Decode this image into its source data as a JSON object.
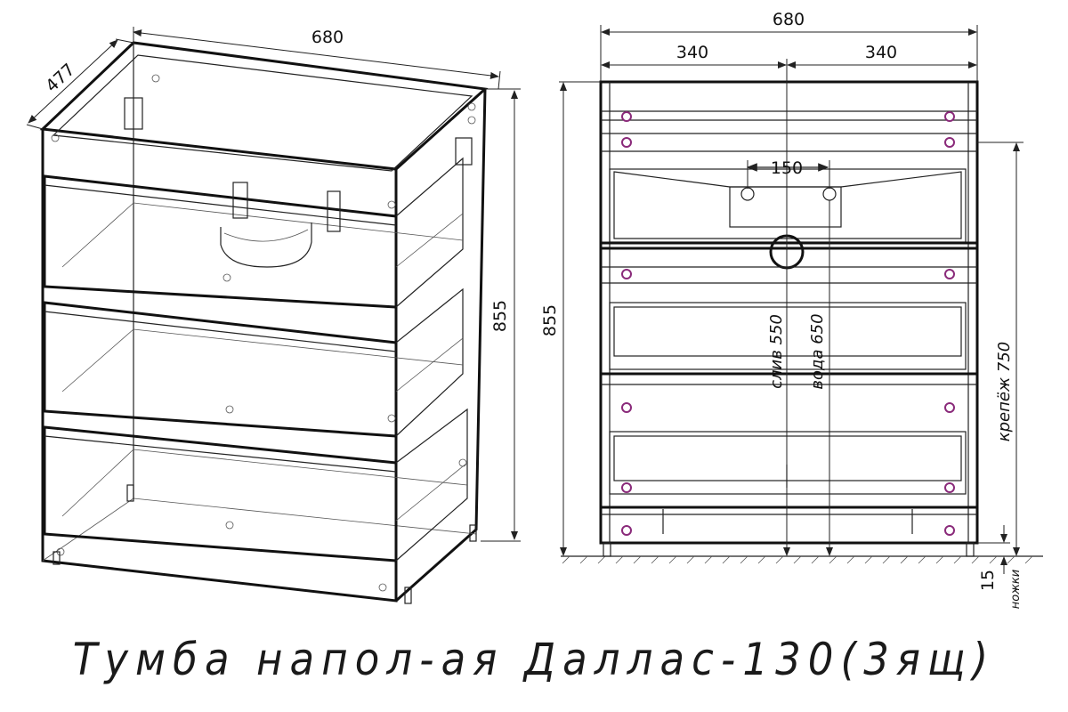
{
  "title": "Тумба напол-ая Даллас-130(3ящ)",
  "iso_view": {
    "width_label": "680",
    "depth_label": "477",
    "height_label": "855"
  },
  "front_view": {
    "overall_width_label": "680",
    "left_half_label": "340",
    "right_half_label": "340",
    "height_label": "855",
    "holes_spacing_label": "150",
    "drain_label": "слив 550",
    "water_label": "вода 650",
    "mount_label": "крепёж 750",
    "legs_value_label": "15",
    "legs_caption_label": "ножки"
  },
  "colors": {
    "line": "#222222",
    "hole_marker": "#8a2a7a"
  }
}
